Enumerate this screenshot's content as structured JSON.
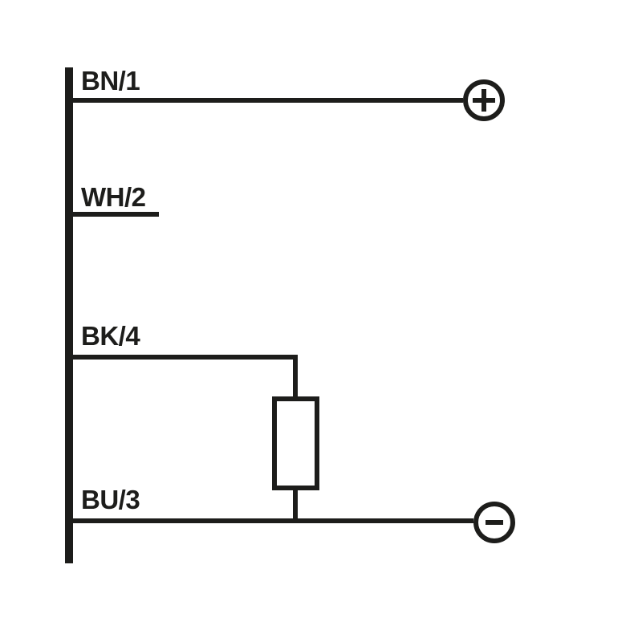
{
  "colors": {
    "ink": "#1d1d1b",
    "background": "#ffffff"
  },
  "diagram": {
    "kind": "sensor-wiring-connection-diagram",
    "wires": [
      {
        "label": "BN/1",
        "connects_to": "plus-terminal"
      },
      {
        "label": "WH/2",
        "connects_to": "open-stub"
      },
      {
        "label": "BK/4",
        "connects_to": "load"
      },
      {
        "label": "BU/3",
        "connects_to": "minus-terminal"
      }
    ],
    "terminals": {
      "plus_symbol": "+",
      "minus_symbol": "−"
    },
    "components": [
      {
        "name": "load",
        "shape": "rectangle",
        "between": [
          "BK/4",
          "BU/3"
        ]
      }
    ]
  }
}
